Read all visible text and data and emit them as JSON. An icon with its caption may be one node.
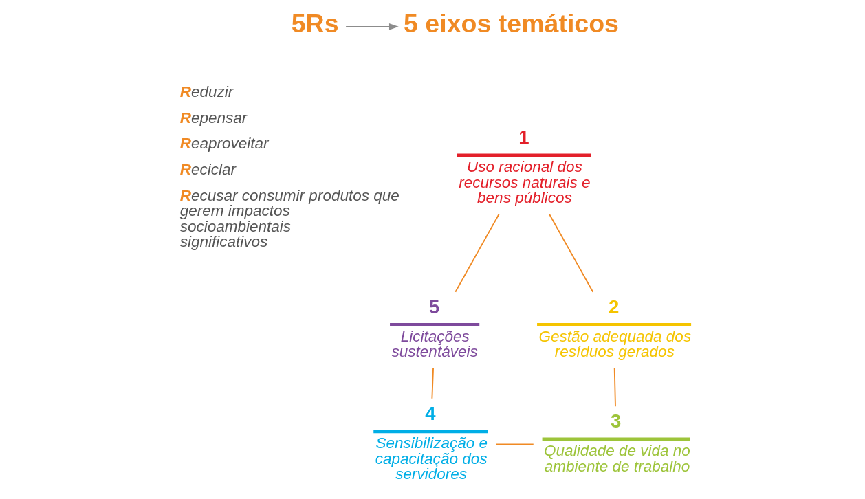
{
  "diagram": {
    "nodes": [
      {
        "text": [
          "5Rs"
        ]
      },
      {
        "text": [
          "5 eixos temáticos"
        ]
      },
      {
        "text": [
          "1",
          "Uso racional dos recursos naturais e bens públicos"
        ]
      },
      {
        "text": [
          "2",
          "Gestão adequada dos resíduos gerados"
        ]
      },
      {
        "text": [
          "3",
          "Qualidade de vida no ambiente de trabalho"
        ]
      },
      {
        "text": [
          "4",
          "Sensibilização e capacitação dos servidores"
        ]
      },
      {
        "text": [
          "5",
          "Licitações sustentáveis"
        ]
      }
    ],
    "edges": [
      {
        "from": 0,
        "to": 1,
        "arrow": "to",
        "color": "#8c8c8c"
      },
      {
        "from": 2,
        "to": 3,
        "arrow": "none"
      },
      {
        "from": 3,
        "to": 4,
        "arrow": "none"
      },
      {
        "from": 5,
        "to": 4,
        "arrow": "none"
      },
      {
        "from": 6,
        "to": 5,
        "arrow": "none"
      },
      {
        "from": 2,
        "to": 6,
        "arrow": "none"
      }
    ],
    "labels": [
      "Reduzir",
      "Repensar",
      "Reaproveitar",
      "Reciclar",
      "Recusar consumir produtos que gerem impactos socioambientais significativos"
    ]
  }
}
